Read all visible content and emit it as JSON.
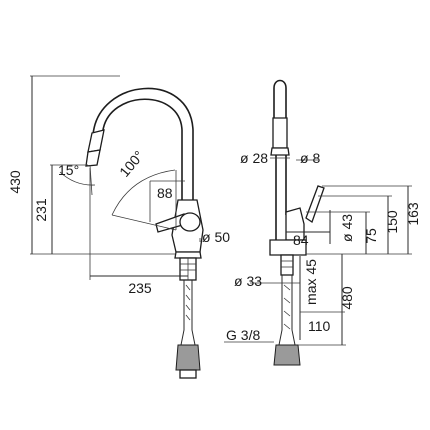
{
  "dimensions": {
    "total_height": "430",
    "spout_height": "231",
    "spout_reach": "235",
    "angle_spray": "15°",
    "angle_swivel": "100°",
    "lever_clearance": "88",
    "base_diameter": "ø 50",
    "spout_diameter": "ø 28",
    "hole_diameter_small": "ø 8",
    "handle_diameter": "ø 43",
    "handle_offset": "84",
    "handle_height": "75",
    "lever_height": "150",
    "lever_top": "163",
    "shank_diameter": "ø 33",
    "max_thickness": "max 45",
    "hose_length": "480",
    "hose_offset": "110",
    "thread": "G 3/8"
  }
}
